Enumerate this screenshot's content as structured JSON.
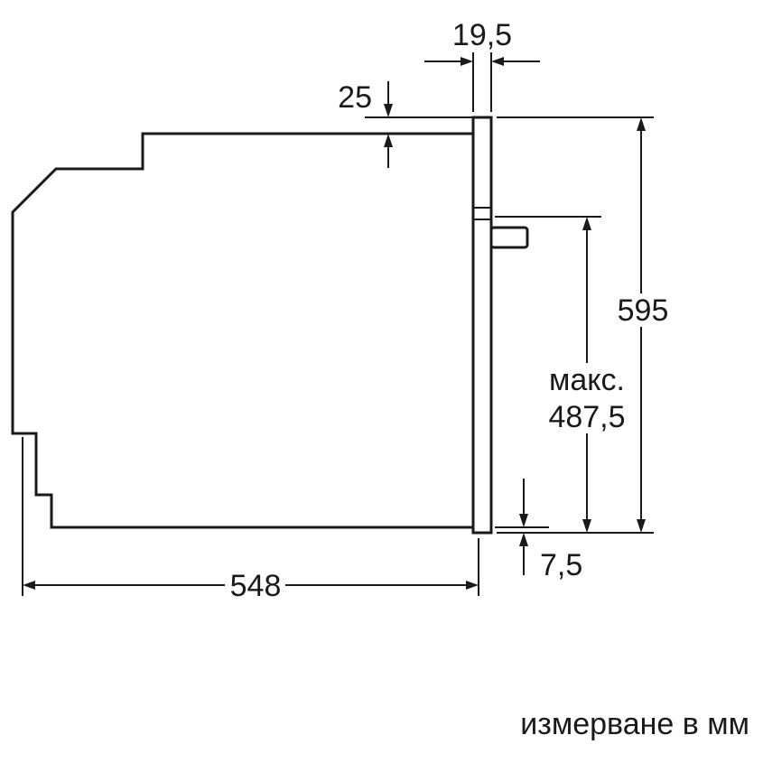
{
  "dimensions": {
    "frame_thickness": "19,5",
    "top_clearance": "25",
    "height": "595",
    "max_label": "макс.",
    "max_value": "487,5",
    "bottom_overlap": "7,5",
    "depth": "548"
  },
  "footer": {
    "note": "измерване в мм"
  }
}
